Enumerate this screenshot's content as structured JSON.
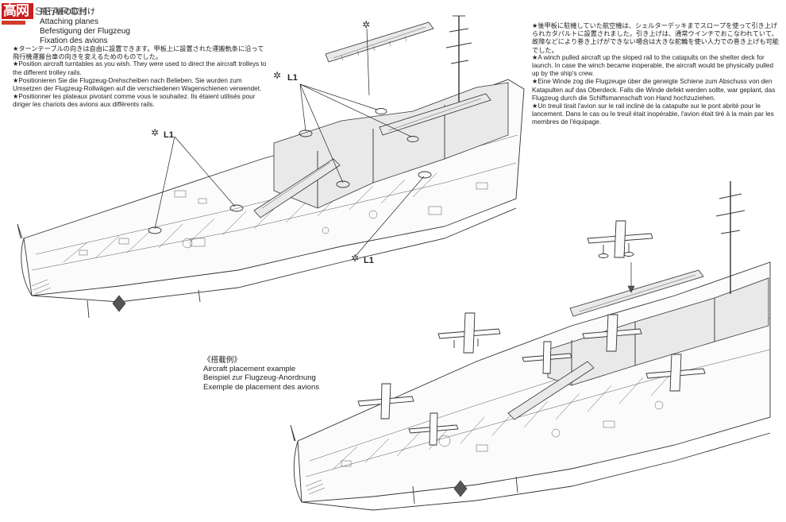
{
  "watermark": {
    "logo_text": "SEARCH",
    "logo_glyph": "高网"
  },
  "header": {
    "title_ja": "飛行機の取付け",
    "title_en": "Attaching planes",
    "title_de": "Befestigung der Flugzeug",
    "title_fr": "Fixation des avions"
  },
  "notes_left": [
    "★ターンテーブルの向きは自由に設置できます。甲板上に設置された運搬軌条に沿って飛行機運搬台車の向きを変えるためのものでした。",
    "★Position aircraft turntables as you wish. They were used to direct the aircraft trolleys to the different trolley rails.",
    "★Positionieren Sie die Flugzeug-Drehscheiben nach Belieben. Sie wurden zum Umsetzen der Flugzeug-Rollwägen auf die verschiedenen Wagenschienen verwendet.",
    "★Positionner les plateaux pivotant comme vous le souhaitez. Ils étaient utilisés pour diriger les chariots des avions aux différents rails."
  ],
  "notes_right": [
    "★後甲板に駐機していた航空機は、シェルターデッキまでスロープを使って引き上げられカタパルトに設置されました。引き上げは、通常ウインチでおこなわれていて、故障などにより巻き上げができない場合は大きな舵輪を使い人力での巻き上げも可能でした。",
    "★A winch pulled aircraft up the sloped rail to the catapults on the shelter deck for launch. In case the winch became inoperable, the aircraft would be physically pulled up by the ship's crew.",
    "★Eine Winde zog die Flugzeuge über die geneigte Schiene zum Abschuss von den Katapulten auf das Oberdeck. Falls die Winde defekt werden sollte, war geplant, das Flugzeug durch die Schiffsmannschaft von Hand hochzuziehen.",
    "★Un treuil tirait l'avion sur le rail incliné de la catapulte sur le pont abrité pour le lancement. Dans le cas ou le treuil était inopérable, l'avion était tiré à la main par les membres de l'équipage."
  ],
  "example": {
    "caption_ja": "《搭載例》",
    "caption_en": "Aircraft placement example",
    "caption_de": "Beispiel zur Flugzeug-Anordnung",
    "caption_fr": "Exemple de placement des avions"
  },
  "part_labels": [
    "L1",
    "L1",
    "L1"
  ],
  "icons": {
    "part_marker": "turntable-part-icon"
  }
}
